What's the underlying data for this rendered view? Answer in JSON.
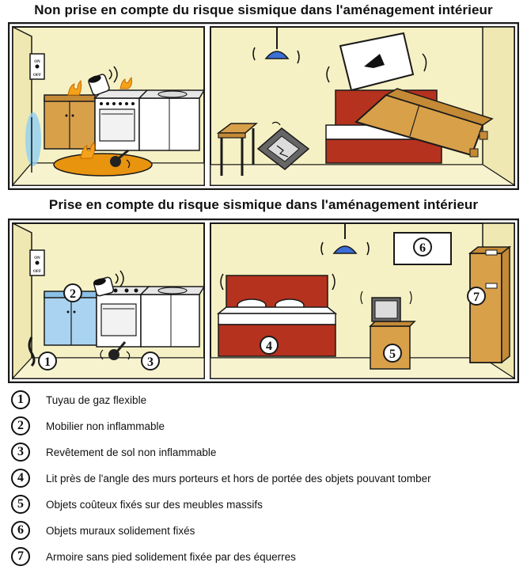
{
  "headings": {
    "top": "Non prise en compte du risque sismique dans l'aménagement intérieur",
    "bottom": "Prise en compte du risque sismique dans l'aménagement intérieur"
  },
  "switch_labels": {
    "on": "ON",
    "off": "OFF"
  },
  "markers": [
    "1",
    "2",
    "3",
    "4",
    "5",
    "6",
    "7"
  ],
  "legend": [
    {
      "num": "1",
      "text": "Tuyau de gaz flexible"
    },
    {
      "num": "2",
      "text": "Mobilier non inflammable"
    },
    {
      "num": "3",
      "text": "Revêtement de sol non inflammable"
    },
    {
      "num": "4",
      "text": "Lit près de l'angle des murs porteurs et hors de portée des objets pouvant tomber"
    },
    {
      "num": "5",
      "text": "Objets coûteux fixés sur des meubles massifs"
    },
    {
      "num": "6",
      "text": "Objets muraux solidement fixés"
    },
    {
      "num": "7",
      "text": "Armoire sans pied solidement fixée par des équerres"
    }
  ],
  "colors": {
    "wall": "#f6f1c4",
    "outline": "#1a1a1a",
    "wood": "#d9a04a",
    "bed_red": "#b5321f",
    "cabinet_blue": "#a9d3f0",
    "lamp_blue": "#3a6fd8",
    "fire": "#f5a21b",
    "rug": "#e8940f"
  }
}
